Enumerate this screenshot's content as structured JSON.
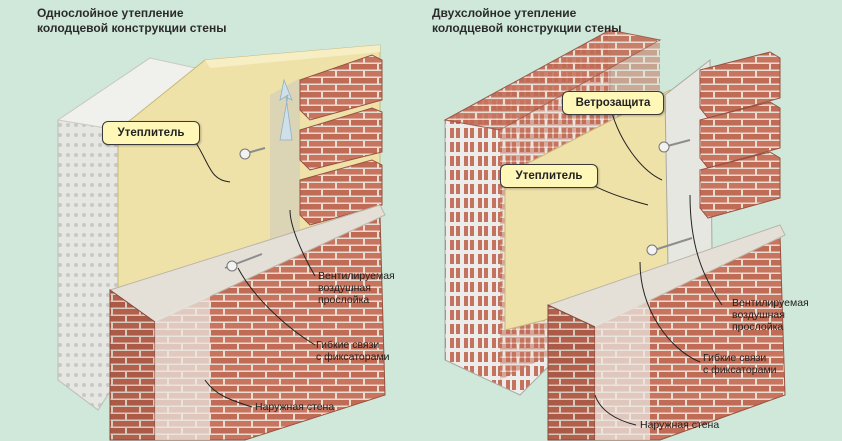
{
  "left_diagram": {
    "title_line1": "Однослойное утепление",
    "title_line2": "колодцевой конструкции стены",
    "callout_insulation": "Утеплитель",
    "label_air_gap": [
      "Вентилируемая",
      "воздушная",
      "прослойка"
    ],
    "label_ties": [
      "Гибкие связи",
      "с фиксаторами"
    ],
    "label_outer_wall": "Наружная стена"
  },
  "right_diagram": {
    "title_line1": "Двухслойное утепление",
    "title_line2": "колодцевой конструкции стены",
    "callout_wind": "Ветрозащита",
    "callout_insulation": "Утеплитель",
    "label_air_gap": [
      "Вентилируемая",
      "воздушная",
      "прослойка"
    ],
    "label_ties": [
      "Гибкие связи",
      "с фиксаторами"
    ],
    "label_outer_wall": "Наружная стена"
  },
  "colors": {
    "background": "#cfe8da",
    "brick": "#c9745e",
    "mortar": "#e9ddd2",
    "insulation": "#efe2a8",
    "block": "#e4e4e0",
    "callout": "#fff7b8"
  }
}
